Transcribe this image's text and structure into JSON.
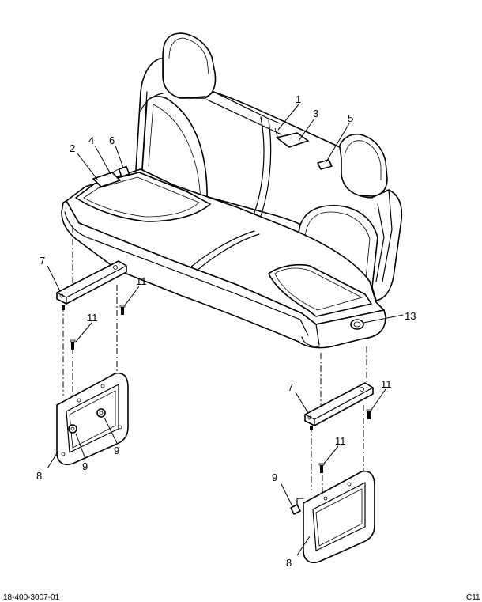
{
  "callouts": [
    {
      "id": "c1",
      "text": "1"
    },
    {
      "id": "c3",
      "text": "3"
    },
    {
      "id": "c5",
      "text": "5"
    },
    {
      "id": "c2",
      "text": "2"
    },
    {
      "id": "c4",
      "text": "4"
    },
    {
      "id": "c6",
      "text": "6"
    },
    {
      "id": "c7a",
      "text": "7"
    },
    {
      "id": "c11a",
      "text": "11"
    },
    {
      "id": "c11b",
      "text": "11"
    },
    {
      "id": "c13",
      "text": "13"
    },
    {
      "id": "c7b",
      "text": "7"
    },
    {
      "id": "c11c",
      "text": "11"
    },
    {
      "id": "c9a",
      "text": "9"
    },
    {
      "id": "c9b",
      "text": "9"
    },
    {
      "id": "c8a",
      "text": "8"
    },
    {
      "id": "c11d",
      "text": "11"
    },
    {
      "id": "c9c",
      "text": "9"
    },
    {
      "id": "c8b",
      "text": "8"
    }
  ],
  "footer": {
    "left": "18-400-3007-01",
    "right": "C11"
  }
}
